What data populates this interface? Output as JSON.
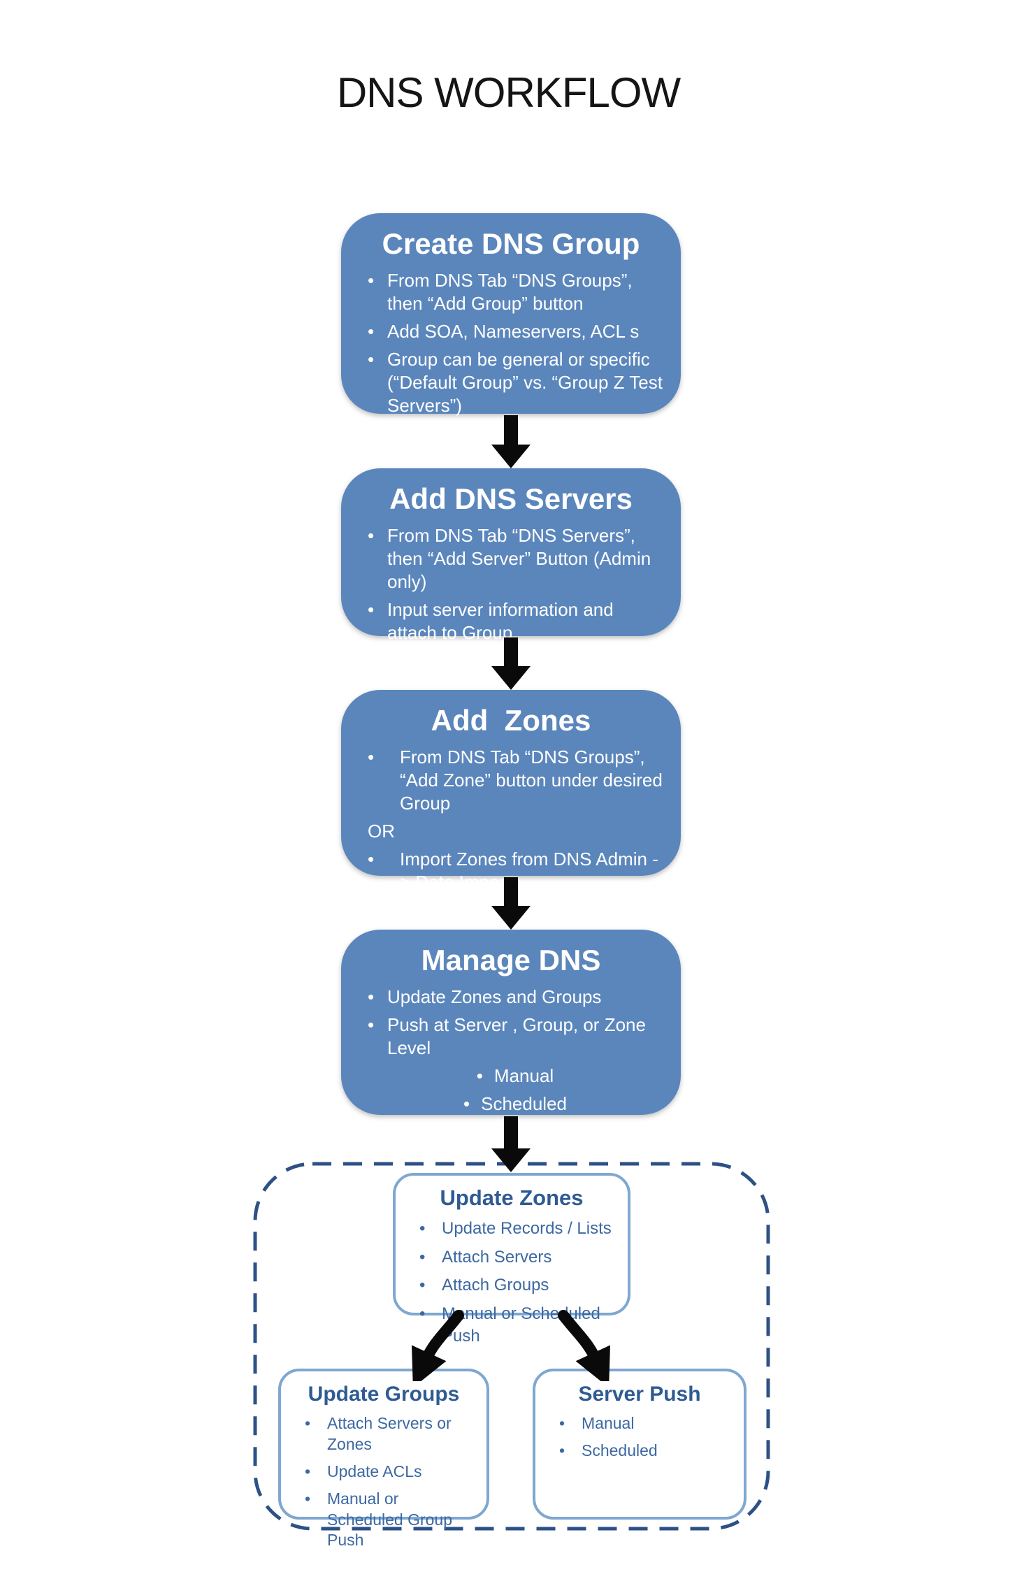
{
  "page": {
    "title": "DNS WORKFLOW"
  },
  "glyphs": {
    "bullet": "•"
  },
  "colors": {
    "background": "#ffffff",
    "title_text": "#151515",
    "flow_box_fill": "#5b86bc",
    "flow_box_text": "#ffffff",
    "outline_box_border": "#7fa7d1",
    "outline_box_heading": "#2f5b93",
    "outline_box_text": "#3c68a2",
    "dashed_border": "#2d5185",
    "arrow": "#0a0a0a"
  },
  "flow_boxes": [
    {
      "heading": "Create DNS Group",
      "items": [
        {
          "text": "From DNS Tab “DNS Groups”, then “Add Group” button"
        },
        {
          "text": "Add SOA, Nameservers, ACL s"
        },
        {
          "text": "Group can be general or specific (“Default Group” vs. “Group Z Test Servers”)"
        }
      ]
    },
    {
      "heading": "Add DNS Servers",
      "items": [
        {
          "text": "From DNS Tab “DNS Servers”, then “Add Server” Button (Admin only)"
        },
        {
          "text": "Input server information and attach to Group"
        }
      ]
    },
    {
      "heading": "Add  Zones",
      "items": [
        {
          "text": "From DNS Tab “DNS Groups”, “Add Zone” button under desired Group"
        },
        {
          "text": "OR",
          "style": "plain"
        },
        {
          "text": "Import Zones from DNS Admin -> Data Import"
        }
      ]
    },
    {
      "heading": "Manage DNS",
      "items": [
        {
          "text": "Update Zones and Groups"
        },
        {
          "text": "Push at Server , Group, or Zone Level"
        },
        {
          "text": "Manual",
          "style": "sub-centered"
        },
        {
          "text": "Scheduled",
          "style": "sub-centered"
        }
      ]
    }
  ],
  "update_section": {
    "update_zones": {
      "heading": "Update Zones",
      "items": [
        "Update Records / Lists",
        "Attach Servers",
        "Attach Groups",
        "Manual or Scheduled Push"
      ]
    },
    "update_groups": {
      "heading": "Update Groups",
      "items": [
        "Attach Servers or Zones",
        "Update ACLs",
        "Manual or Scheduled Group Push"
      ]
    },
    "server_push": {
      "heading": "Server Push",
      "items": [
        "Manual",
        "Scheduled"
      ]
    }
  }
}
